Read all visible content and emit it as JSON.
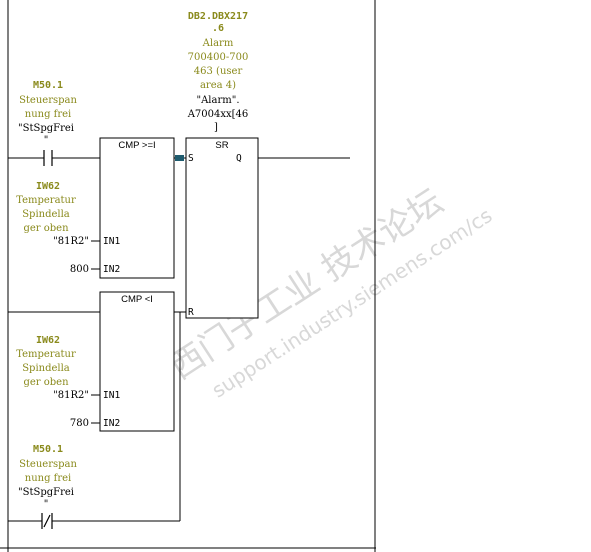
{
  "diagram": {
    "colors": {
      "line": "#000000",
      "address": "#8a8a1c",
      "comment": "#8a8a1c",
      "symbol": "#000000",
      "watermark": "#d0d0d0",
      "coil_accent": "#1e5b6e"
    },
    "coil": {
      "address_lines": [
        "DB2.DBX217",
        ".6"
      ],
      "comment_lines": [
        "Alarm",
        "700400-700",
        "463 (user",
        "area 4)"
      ],
      "symbol_lines": [
        "\"Alarm\".",
        "A7004xx[46",
        "]"
      ]
    },
    "contact_top": {
      "address": "M50.1",
      "comment_lines": [
        "Steuerspan",
        "nung frei"
      ],
      "symbol_lines": [
        "\"StSpgFrei",
        "\""
      ]
    },
    "cmp_ge": {
      "title": "CMP >=I",
      "input_label": {
        "address": "IW62",
        "comment_lines": [
          "Temperatur",
          "Spindella",
          "ger oben"
        ]
      },
      "in1_value": "\"81R2\"",
      "in1_pin": "IN1",
      "in2_value": "800",
      "in2_pin": "IN2"
    },
    "cmp_lt": {
      "title": "CMP <I",
      "input_label": {
        "address": "IW62",
        "comment_lines": [
          "Temperatur",
          "Spindella",
          "ger oben"
        ]
      },
      "in1_value": "\"81R2\"",
      "in1_pin": "IN1",
      "in2_value": "780",
      "in2_pin": "IN2"
    },
    "sr": {
      "title": "SR",
      "s_pin": "S",
      "q_pin": "Q",
      "r_pin": "R"
    },
    "contact_bottom": {
      "address": "M50.1",
      "comment_lines": [
        "Steuerspan",
        "nung frei"
      ],
      "symbol_lines": [
        "\"StSpgFrei",
        "\""
      ]
    },
    "watermark": {
      "line1": "西门子工业  技术论坛",
      "line2": "support.industry.siemens.com/cs"
    }
  }
}
